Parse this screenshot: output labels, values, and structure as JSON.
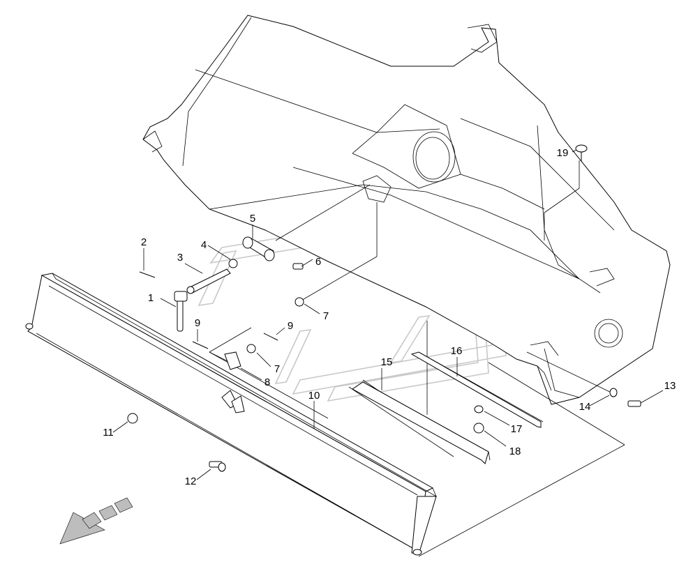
{
  "diagram": {
    "callouts": [
      {
        "id": "c1",
        "text": "1"
      },
      {
        "id": "c2",
        "text": "2"
      },
      {
        "id": "c3",
        "text": "3"
      },
      {
        "id": "c4",
        "text": "4"
      },
      {
        "id": "c5",
        "text": "5"
      },
      {
        "id": "c6",
        "text": "6"
      },
      {
        "id": "c7a",
        "text": "7"
      },
      {
        "id": "c7b",
        "text": "7"
      },
      {
        "id": "c8",
        "text": "8"
      },
      {
        "id": "c9a",
        "text": "9"
      },
      {
        "id": "c9b",
        "text": "9"
      },
      {
        "id": "c10",
        "text": "10"
      },
      {
        "id": "c11",
        "text": "11"
      },
      {
        "id": "c12",
        "text": "12"
      },
      {
        "id": "c13",
        "text": "13"
      },
      {
        "id": "c14",
        "text": "14"
      },
      {
        "id": "c15",
        "text": "15"
      },
      {
        "id": "c16",
        "text": "16"
      },
      {
        "id": "c17",
        "text": "17"
      },
      {
        "id": "c18",
        "text": "18"
      },
      {
        "id": "c19",
        "text": "19"
      }
    ],
    "colors": {
      "line": "#000000",
      "watermark": "#c8c8c8",
      "arrow_fill": "#bdbdbd"
    }
  }
}
